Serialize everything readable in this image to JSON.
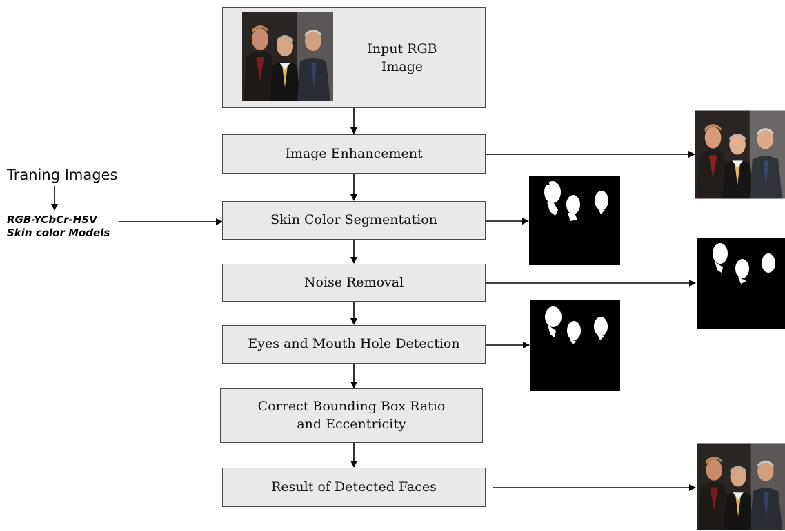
{
  "flow": {
    "input": "Input RGB\nImage",
    "steps": [
      "Image Enhancement",
      "Skin Color Segmentation",
      "Noise Removal",
      "Eyes and Mouth Hole Detection",
      "Correct Bounding Box Ratio\nand Eccentricity",
      "Result of Detected Faces"
    ]
  },
  "training": {
    "title": "Traning Images",
    "model": "RGB-YCbCr-HSV\nSkin color Models"
  },
  "outputs": [
    {
      "kind": "photo",
      "from_step": "Input RGB Image"
    },
    {
      "kind": "photo",
      "from_step": "Image Enhancement"
    },
    {
      "kind": "mask",
      "from_step": "Skin Color Segmentation"
    },
    {
      "kind": "mask",
      "from_step": "Noise Removal"
    },
    {
      "kind": "mask",
      "from_step": "Eyes and Mouth Hole Detection"
    },
    {
      "kind": "photo",
      "from_step": "Result of Detected Faces"
    }
  ],
  "colors": {
    "box_fill": "#e9e9e9",
    "box_border": "#4a4a4a",
    "arrow": "#000000",
    "mask_bg": "#000000",
    "mask_fg": "#ffffff"
  }
}
